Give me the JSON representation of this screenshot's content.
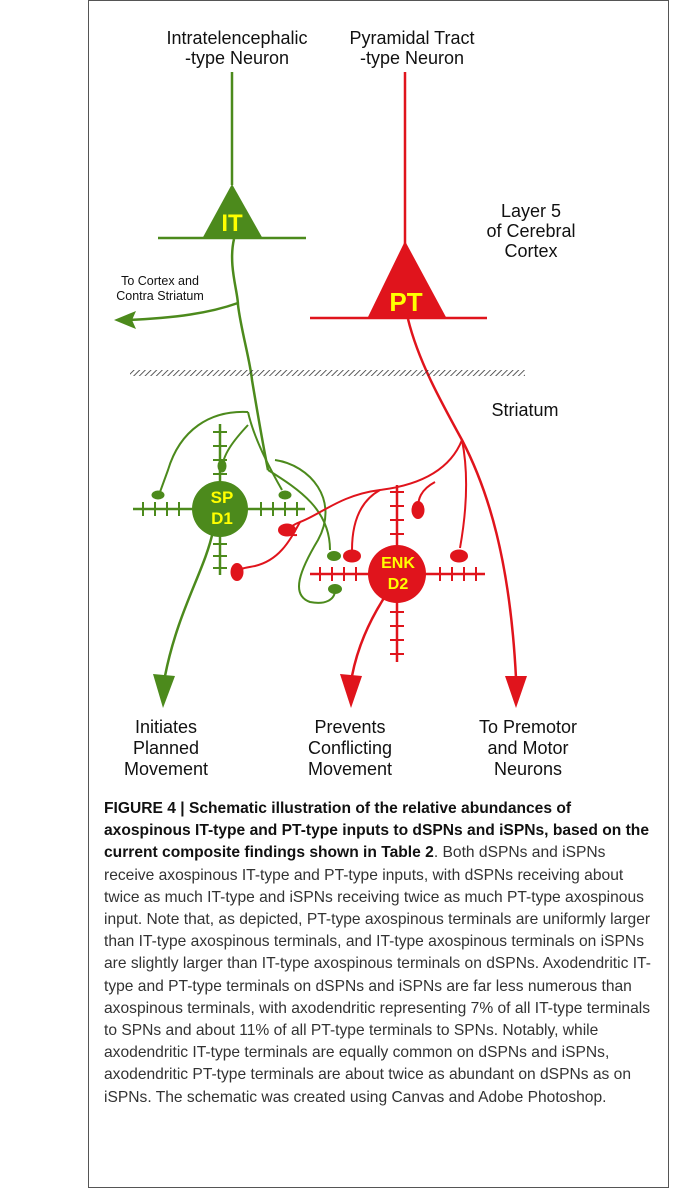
{
  "diagram": {
    "it_neuron_label_line1": "Intratelencephalic",
    "it_neuron_label_line2": "-type Neuron",
    "pt_neuron_label_line1": "Pyramidal Tract",
    "pt_neuron_label_line2": "-type Neuron",
    "it_soma": "IT",
    "pt_soma": "PT",
    "layer_label_line1": "Layer 5",
    "layer_label_line2": "of Cerebral",
    "layer_label_line3": "Cortex",
    "cortex_branch_line1": "To Cortex and",
    "cortex_branch_line2": "Contra Striatum",
    "striatum_label": "Striatum",
    "spn_d1_line1": "SP",
    "spn_d1_line2": "D1",
    "spn_d2_line1": "ENK",
    "spn_d2_line2": "D2",
    "output_d1": [
      "Initiates",
      "Planned",
      "Movement"
    ],
    "output_d2": [
      "Prevents",
      "Conflicting",
      "Movement"
    ],
    "output_pt": [
      "To Premotor",
      "and Motor",
      "Neurons"
    ],
    "colors": {
      "it_green": "#4c8a1c",
      "pt_red": "#e0141c",
      "soma_text": "#ffff00"
    }
  },
  "caption": {
    "title": "FIGURE 4 | Schematic illustration of the relative abundances of axospinous IT-type and PT-type inputs to dSPNs and iSPNs, based on the current composite findings shown in Table 2",
    "body": ". Both dSPNs and iSPNs receive axospinous IT-type and PT-type inputs, with dSPNs receiving about twice as much IT-type and iSPNs receiving twice as much PT-type axospinous input. Note that, as depicted, PT-type axospinous terminals are uniformly larger than IT-type axospinous terminals, and IT-type axospinous terminals on iSPNs are slightly larger than IT-type axospinous terminals on dSPNs. Axodendritic IT-type and PT-type terminals on dSPNs and iSPNs are far less numerous than axospinous terminals, with axodendritic representing 7% of all IT-type terminals to SPNs and about 11% of all PT-type terminals to SPNs. Notably, while axodendritic IT-type terminals are equally common on dSPNs and iSPNs, axodendritic PT-type terminals are about twice as abundant on dSPNs as on iSPNs. The schematic was created using Canvas and Adobe Photoshop."
  }
}
